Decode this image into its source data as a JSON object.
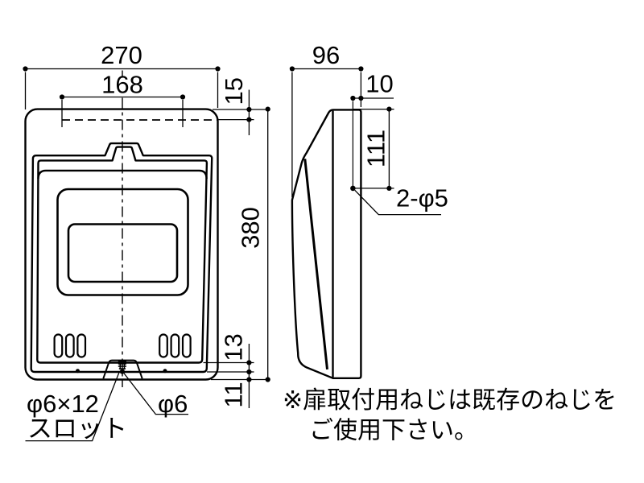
{
  "drawing": {
    "front": {
      "dim_width": "270",
      "dim_hole_span": "168",
      "dim_top_offset": "15",
      "dim_height": "380",
      "dim_frame_gap": "13",
      "dim_bottom_gap": "11",
      "slot_label_line1": "φ6×12",
      "slot_label_line2": "スロット",
      "hole_label": "φ6"
    },
    "side": {
      "dim_depth": "96",
      "dim_hole_inset": "10",
      "dim_hole_pitch": "111",
      "holes_label": "2-φ5"
    },
    "note": {
      "line1": "※扉取付用ねじは既存のねじを",
      "line2": "ご使用下さい。"
    },
    "colors": {
      "line": "#000000",
      "background": "#ffffff"
    }
  }
}
